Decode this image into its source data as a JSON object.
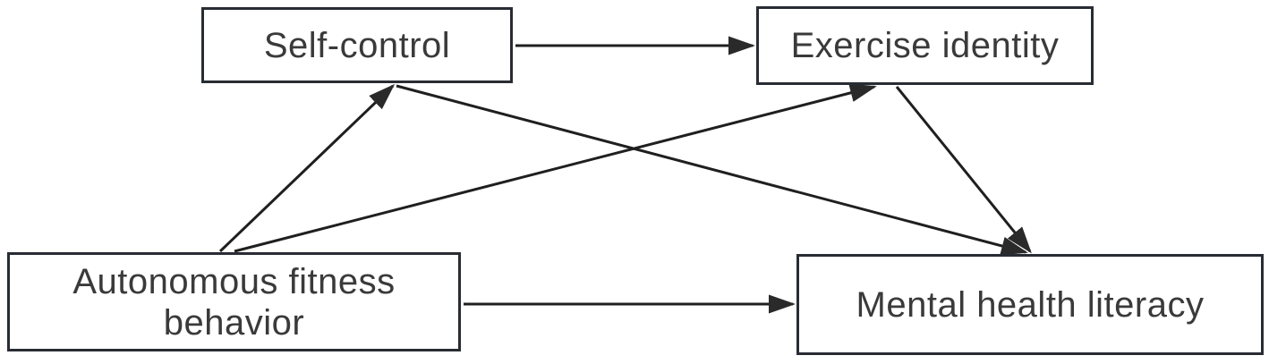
{
  "diagram": {
    "type": "path-model",
    "background_color": "#ffffff",
    "box_border_color": "#282c33",
    "box_fill_color": "#ffffff",
    "arrow_color": "#1f1f1f",
    "text_color": "#3a3a3a",
    "nodes": [
      {
        "id": "self-control",
        "label": "Self-control"
      },
      {
        "id": "exercise-identity",
        "label": "Exercise identity"
      },
      {
        "id": "autonomous-fitness-behavior",
        "label": "Autonomous fitness behavior"
      },
      {
        "id": "mental-health-literacy",
        "label": "Mental health literacy"
      }
    ],
    "edges": [
      {
        "from": "self-control",
        "to": "exercise-identity"
      },
      {
        "from": "autonomous-fitness-behavior",
        "to": "self-control"
      },
      {
        "from": "autonomous-fitness-behavior",
        "to": "exercise-identity"
      },
      {
        "from": "self-control",
        "to": "mental-health-literacy"
      },
      {
        "from": "exercise-identity",
        "to": "mental-health-literacy"
      },
      {
        "from": "autonomous-fitness-behavior",
        "to": "mental-health-literacy"
      }
    ]
  }
}
